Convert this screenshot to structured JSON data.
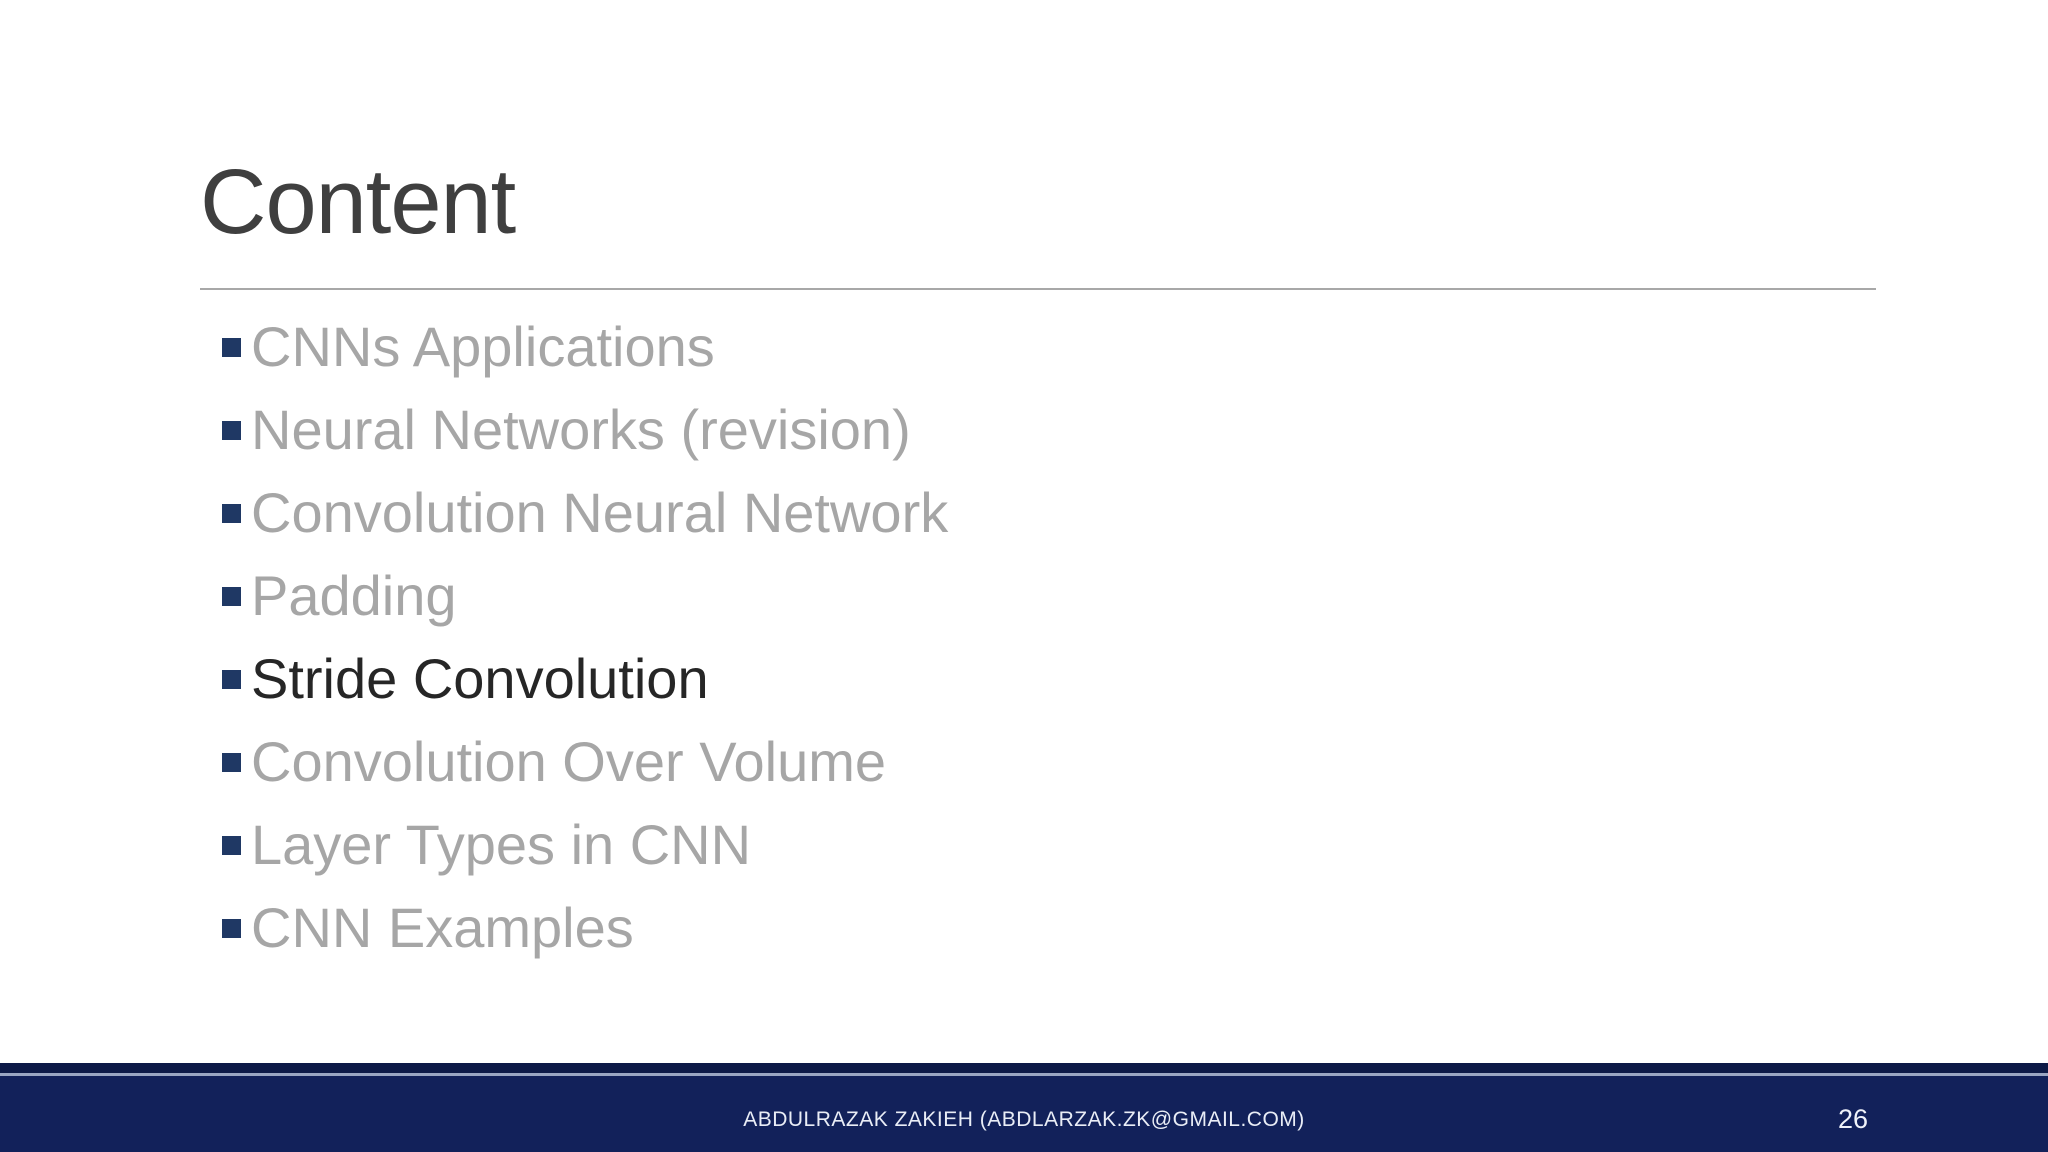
{
  "slide": {
    "title": "Content",
    "toc": {
      "items": [
        {
          "label": "CNNs Applications",
          "state": "inactive"
        },
        {
          "label": "Neural Networks (revision)",
          "state": "inactive"
        },
        {
          "label": "Convolution Neural Network",
          "state": "inactive"
        },
        {
          "label": "Padding",
          "state": "inactive"
        },
        {
          "label": "Stride Convolution",
          "state": "active"
        },
        {
          "label": "Convolution Over Volume",
          "state": "inactive"
        },
        {
          "label": "Layer Types in CNN",
          "state": "inactive"
        },
        {
          "label": "CNN Examples",
          "state": "inactive"
        }
      ]
    },
    "footer": {
      "author": "ABDULRAZAK ZAKIEH (ABDLARZAK.ZK@GMAIL.COM)",
      "page_number": "26"
    },
    "colors": {
      "bullet": "#1f3864",
      "inactive_text": "#a6a6a6",
      "active_text": "#262626",
      "title_text": "#3f3f3f",
      "divider": "#a8a8a8",
      "footer_bg": "#12215a",
      "footer_top_strip": "#0d1a47",
      "footer_stripe": "#9aa6c2"
    }
  }
}
